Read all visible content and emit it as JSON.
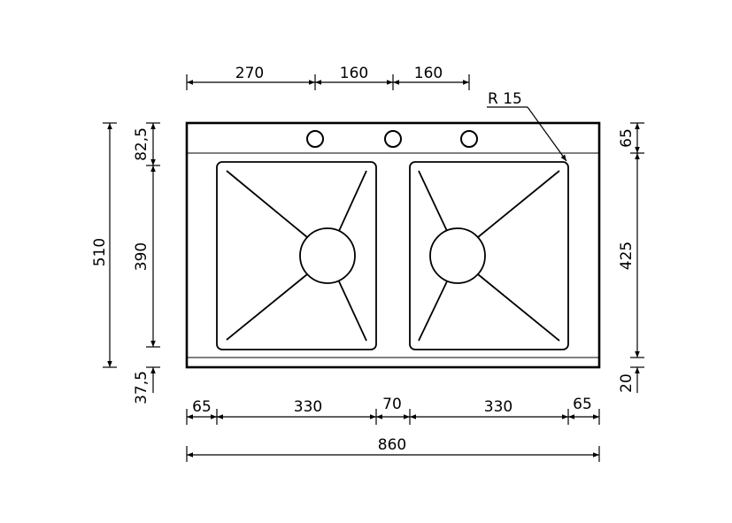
{
  "colors": {
    "line": "#000000",
    "background": "#ffffff"
  },
  "dimensions": {
    "top": {
      "d270": "270",
      "d160a": "160",
      "d160b": "160"
    },
    "radius_label": "R 15",
    "left": {
      "d510": "510",
      "d82_5": "82,5",
      "d390": "390",
      "d37_5": "37,5"
    },
    "right": {
      "d65": "65",
      "d425": "425",
      "d20": "20"
    },
    "bottom": {
      "d65a": "65",
      "d330a": "330",
      "d70": "70",
      "d330b": "330",
      "d65b": "65",
      "d860": "860"
    }
  },
  "parts": {
    "tap_holes": 3,
    "basins": 2
  }
}
